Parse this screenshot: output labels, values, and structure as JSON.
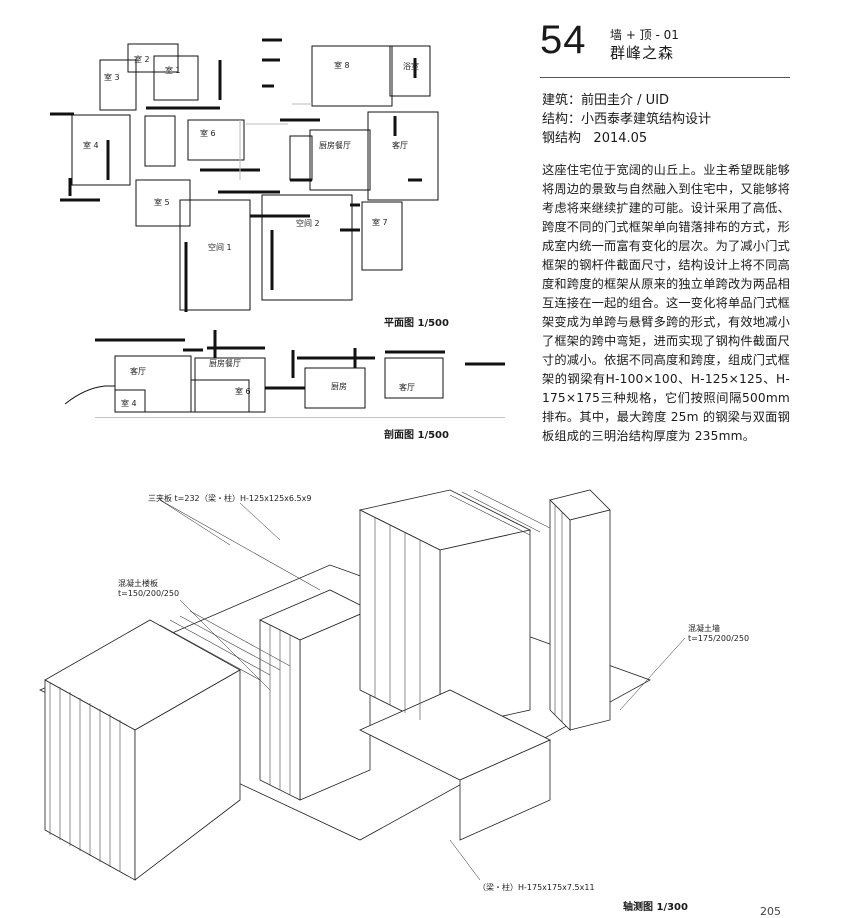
{
  "header": {
    "number": "54",
    "category": "墙 + 顶 - 01",
    "title": "群峰之森"
  },
  "credits": [
    {
      "key": "建筑",
      "value": "前田圭介 / UID"
    },
    {
      "key": "结构",
      "value": "小西泰孝建筑结构设计"
    },
    {
      "key": "钢结构",
      "value": "2014.05"
    }
  ],
  "description": "这座住宅位于宽阔的山丘上。业主希望既能够将周边的景致与自然融入到住宅中，又能够将考虑将来继续扩建的可能。设计采用了高低、跨度不同的门式框架单向错落排布的方式，形成室内统一而富有变化的层次。为了减小门式框架的钢杆件截面尺寸，结构设计上将不同高度和跨度的框架从原来的独立单跨改为两品相互连接在一起的组合。这一变化将单品门式框架变成为单跨与悬臂多跨的形式，有效地减小了框架的跨中弯矩，进而实现了钢构件截面尺寸的减小。依据不同高度和跨度，组成门式框架的钢梁有H-100×100、H-125×125、H-175×175三种规格，它们按照间隔500mm排布。其中，最大跨度 25m 的钢梁与双面钢板组成的三明治结构厚度为 235mm。",
  "plan": {
    "caption": "平面图 1/500",
    "rooms": [
      "室 2",
      "室 1",
      "室 3",
      "室 4",
      "室 6",
      "室 5",
      "空间 1",
      "室 8",
      "浴室",
      "厨房餐厅",
      "客厅",
      "空间 2",
      "室 7"
    ]
  },
  "section": {
    "caption": "剖面图 1/500",
    "rooms": [
      "客厅",
      "室 4",
      "厨房餐厅",
      "室 6",
      "厨房",
      "客厅"
    ]
  },
  "axo": {
    "caption": "轴测图 1/300",
    "notes": {
      "sandwich": "三夹板 t=232",
      "beam_column_1": "（梁・柱）H-125x125x6.5x9",
      "slab_1": "混凝土楼板",
      "slab_2": "t=150/200/250",
      "wall_1": "混凝土墙",
      "wall_2": "t=175/200/250",
      "beam_column_2": "（梁・柱）H-175x175x7.5x11"
    }
  },
  "page_number": "205"
}
